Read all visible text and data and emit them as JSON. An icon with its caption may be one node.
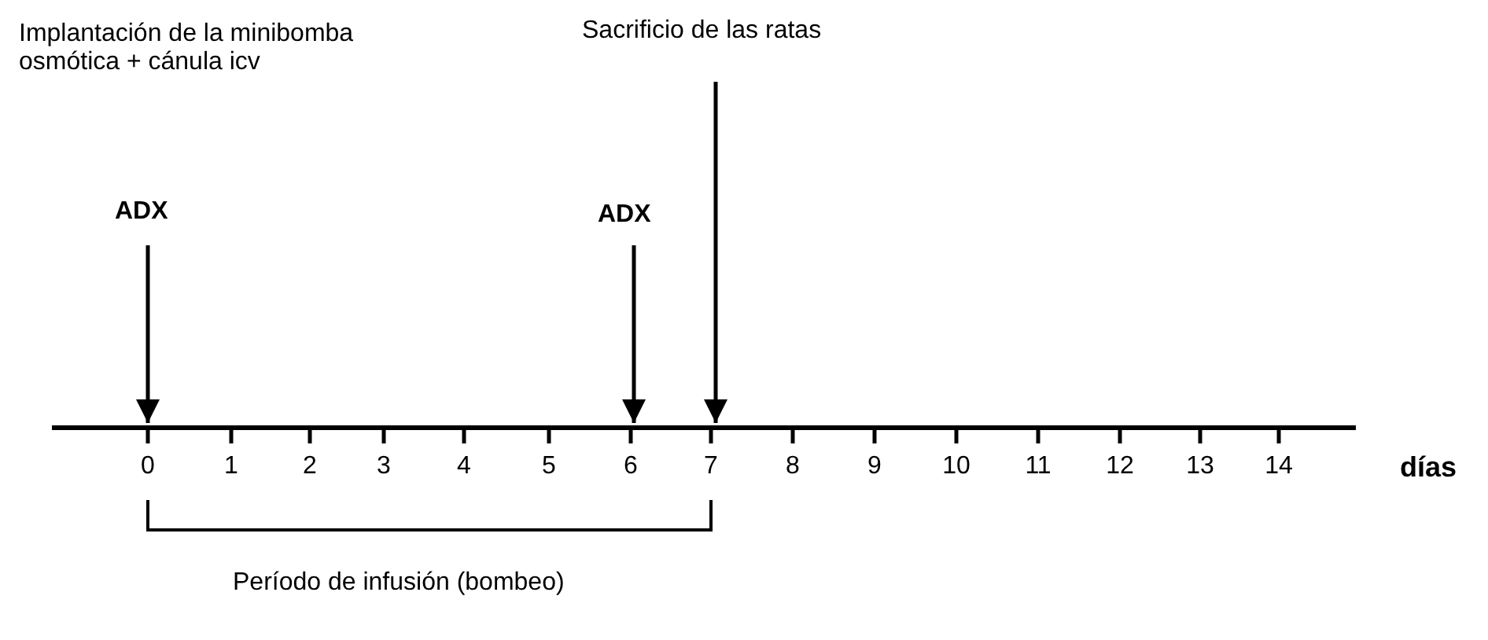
{
  "diagram": {
    "nodes": [
      {
        "text": [
          "Sacrificio de las ratas"
        ]
      },
      {
        "text": [
          "ADX"
        ]
      },
      {
        "text": [
          "ADX"
        ]
      }
    ],
    "edges": [
      {
        "from": 0,
        "to": null,
        "arrow": "to"
      },
      {
        "from": 1,
        "to": null,
        "arrow": "to"
      },
      {
        "from": 2,
        "to": null,
        "arrow": "to"
      }
    ],
    "labels": [
      "Implantación de la minibomba osmótica + cánula icv",
      "0",
      "1",
      "2",
      "3",
      "4",
      "5",
      "6",
      "7",
      "8",
      "9",
      "10",
      "11",
      "12",
      "13",
      "14",
      "días",
      "Período de infusión (bombeo)"
    ]
  }
}
